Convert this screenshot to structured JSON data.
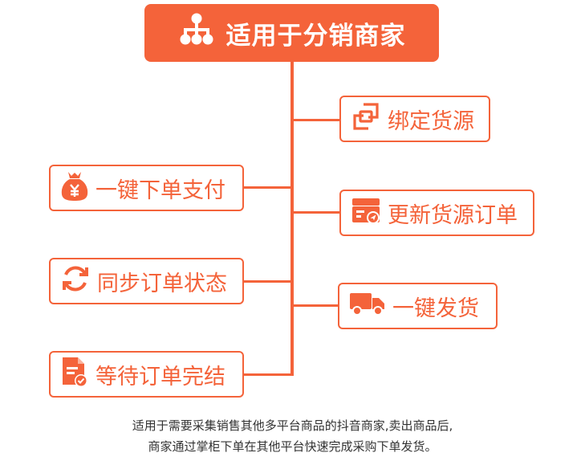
{
  "colors": {
    "accent": "#f4633a",
    "text": "#333333"
  },
  "title": {
    "text": "适用于分销商家",
    "icon": "network-hierarchy-icon"
  },
  "left_items": [
    {
      "label": "一键下单支付",
      "icon": "money-bag-yen-icon"
    },
    {
      "label": "同步订单状态",
      "icon": "sync-arrows-icon"
    },
    {
      "label": "等待订单完结",
      "icon": "document-check-icon"
    }
  ],
  "right_items": [
    {
      "label": "绑定货源",
      "icon": "link-squares-icon"
    },
    {
      "label": "更新货源订单",
      "icon": "box-send-icon"
    },
    {
      "label": "一键发货",
      "icon": "delivery-truck-icon"
    }
  ],
  "caption": {
    "line1": "适用于需要采集销售其他多平台商品的抖音商家,卖出商品后,",
    "line2": "商家通过掌柜下单在其他平台快速完成采购下单发货。"
  }
}
